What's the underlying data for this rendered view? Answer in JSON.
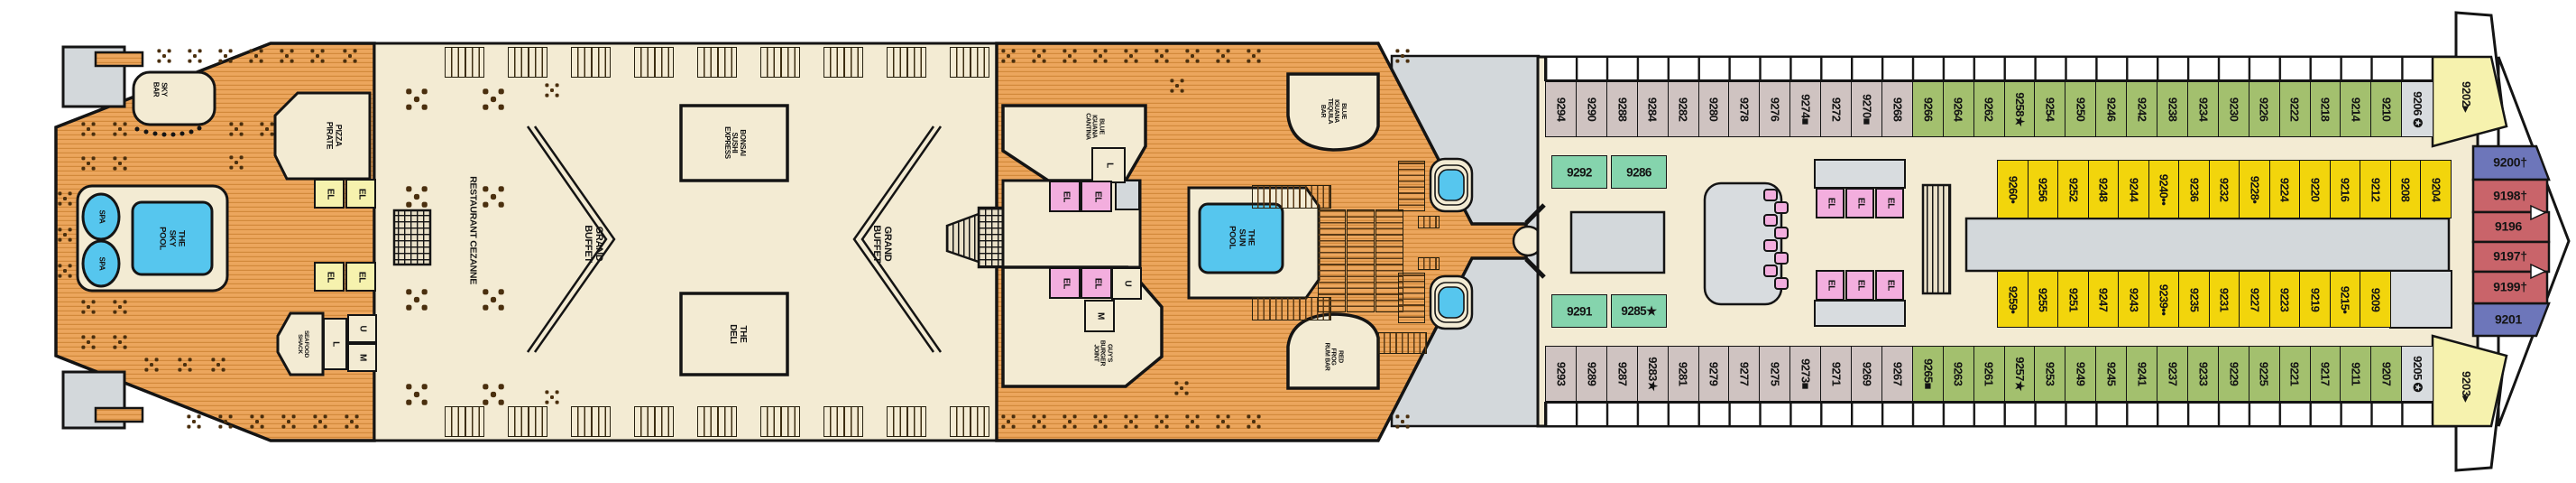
{
  "deck_plan": {
    "venues": {
      "sky_bar": "SKY\nBAR",
      "pizza_pirate": "PIZZA\nPIRATE",
      "spa": "SPA",
      "the_sky_pool": "THE\nSKY\nPOOL",
      "seafood_shack": "SEAFOOD\nSHACK",
      "restaurant_cezanne": "RESTAURANT CEZANNE",
      "grand_buffet": "GRAND\nBUFFET",
      "bonsai_sushi_express": "BONSAI\nSUSHI\nEXPRESS",
      "the_deli": "THE\nDELI",
      "blue_iguana_cantina": "BLUE\nIGUANA\nCANTINA",
      "blue_iguana_tequila_bar": "BLUE\nIGUANA\nTEQUILA\nBAR",
      "guys_burger_joint": "GUY'S\nBURGER\nJOINT",
      "the_sun_pool": "THE\nSUN\nPOOL",
      "red_frog_rum_bar": "RED\nFROG\nRUM BAR"
    },
    "facility_labels": {
      "elevator": "EL",
      "stair_u": "U",
      "stair_l": "L",
      "stair_m": "M"
    },
    "cabin_rows": {
      "top_outer": [
        {
          "n": "9294",
          "c": "mauve"
        },
        {
          "n": "9290",
          "c": "mauve"
        },
        {
          "n": "9288",
          "c": "mauve"
        },
        {
          "n": "9284",
          "c": "mauve"
        },
        {
          "n": "9282",
          "c": "mauve"
        },
        {
          "n": "9280",
          "c": "mauve"
        },
        {
          "n": "9278",
          "c": "mauve"
        },
        {
          "n": "9276",
          "c": "mauve"
        },
        {
          "n": "9274■",
          "c": "mauve"
        },
        {
          "n": "9272",
          "c": "mauve"
        },
        {
          "n": "9270■",
          "c": "mauve"
        },
        {
          "n": "9268",
          "c": "mauve"
        },
        {
          "n": "9266",
          "c": "green"
        },
        {
          "n": "9264",
          "c": "green"
        },
        {
          "n": "9262",
          "c": "green"
        },
        {
          "n": "9258★",
          "c": "green"
        },
        {
          "n": "9254",
          "c": "green"
        },
        {
          "n": "9250",
          "c": "green"
        },
        {
          "n": "9246",
          "c": "green"
        },
        {
          "n": "9242",
          "c": "green"
        },
        {
          "n": "9238",
          "c": "green"
        },
        {
          "n": "9234",
          "c": "green"
        },
        {
          "n": "9230",
          "c": "green"
        },
        {
          "n": "9226",
          "c": "green"
        },
        {
          "n": "9222",
          "c": "green"
        },
        {
          "n": "9218",
          "c": "green"
        },
        {
          "n": "9214",
          "c": "green"
        },
        {
          "n": "9210",
          "c": "green"
        },
        {
          "n": "9206 ✪",
          "c": "gray"
        }
      ],
      "top_inner": [
        {
          "n": "9260•",
          "c": "yellow"
        },
        {
          "n": "9256",
          "c": "yellow"
        },
        {
          "n": "9252",
          "c": "yellow"
        },
        {
          "n": "9248",
          "c": "yellow"
        },
        {
          "n": "9244",
          "c": "yellow"
        },
        {
          "n": "9240••",
          "c": "yellow"
        },
        {
          "n": "9236",
          "c": "yellow"
        },
        {
          "n": "9232",
          "c": "yellow"
        },
        {
          "n": "9228•",
          "c": "yellow"
        },
        {
          "n": "9224",
          "c": "yellow"
        },
        {
          "n": "9220",
          "c": "yellow"
        },
        {
          "n": "9216",
          "c": "yellow"
        },
        {
          "n": "9212",
          "c": "yellow"
        },
        {
          "n": "9208",
          "c": "yellow"
        },
        {
          "n": "9204",
          "c": "yellow"
        }
      ],
      "bottom_inner": [
        {
          "n": "9259•",
          "c": "yellow"
        },
        {
          "n": "9255",
          "c": "yellow"
        },
        {
          "n": "9251",
          "c": "yellow"
        },
        {
          "n": "9247",
          "c": "yellow"
        },
        {
          "n": "9243",
          "c": "yellow"
        },
        {
          "n": "9239••",
          "c": "yellow"
        },
        {
          "n": "9235",
          "c": "yellow"
        },
        {
          "n": "9231",
          "c": "yellow"
        },
        {
          "n": "9227",
          "c": "yellow"
        },
        {
          "n": "9223",
          "c": "yellow"
        },
        {
          "n": "9219",
          "c": "yellow"
        },
        {
          "n": "9215•",
          "c": "yellow"
        },
        {
          "n": "9209",
          "c": "yellow"
        }
      ],
      "bottom_outer": [
        {
          "n": "9293",
          "c": "mauve"
        },
        {
          "n": "9289",
          "c": "mauve"
        },
        {
          "n": "9287",
          "c": "mauve"
        },
        {
          "n": "9283★",
          "c": "mauve"
        },
        {
          "n": "9281",
          "c": "mauve"
        },
        {
          "n": "9279",
          "c": "mauve"
        },
        {
          "n": "9277",
          "c": "mauve"
        },
        {
          "n": "9275",
          "c": "mauve"
        },
        {
          "n": "9273■",
          "c": "mauve"
        },
        {
          "n": "9271",
          "c": "mauve"
        },
        {
          "n": "9269",
          "c": "mauve"
        },
        {
          "n": "9267",
          "c": "mauve"
        },
        {
          "n": "9265■",
          "c": "green"
        },
        {
          "n": "9263",
          "c": "green"
        },
        {
          "n": "9261",
          "c": "green"
        },
        {
          "n": "9257★",
          "c": "green"
        },
        {
          "n": "9253",
          "c": "green"
        },
        {
          "n": "9249",
          "c": "green"
        },
        {
          "n": "9245",
          "c": "green"
        },
        {
          "n": "9241",
          "c": "green"
        },
        {
          "n": "9237",
          "c": "green"
        },
        {
          "n": "9233",
          "c": "green"
        },
        {
          "n": "9229",
          "c": "green"
        },
        {
          "n": "9225",
          "c": "green"
        },
        {
          "n": "9221",
          "c": "green"
        },
        {
          "n": "9217",
          "c": "green"
        },
        {
          "n": "9211",
          "c": "green"
        },
        {
          "n": "9207",
          "c": "green"
        },
        {
          "n": "9205 ✪",
          "c": "gray"
        }
      ],
      "mid_top": [
        {
          "n": "9292",
          "c": "teal"
        },
        {
          "n": "9286",
          "c": "teal"
        }
      ],
      "mid_bottom": [
        {
          "n": "9291",
          "c": "teal"
        },
        {
          "n": "9285★",
          "c": "teal"
        }
      ],
      "forward_wedges": [
        {
          "n": "9202▸",
          "c": "cream"
        },
        {
          "n": "9203▸",
          "c": "cream"
        }
      ],
      "bow": [
        {
          "n": "9200†",
          "c": "blue"
        },
        {
          "n": "9198†",
          "c": "red"
        },
        {
          "n": "9196",
          "c": "red"
        },
        {
          "n": "9197†",
          "c": "red"
        },
        {
          "n": "9199†",
          "c": "red"
        },
        {
          "n": "9201",
          "c": "blue"
        }
      ]
    },
    "colors": {
      "wood_deck": "#eca65d",
      "wood_stripe": "#d2893b",
      "interior_floor": "#f3ebd3",
      "service_gray": "#d3d8db",
      "pool_blue": "#56c6ee",
      "cabin_mauve": "#cfc3c1",
      "cabin_olive_green": "#a3c06e",
      "cabin_teal_green": "#85d4ad",
      "cabin_yellow": "#f2d50c",
      "cabin_gray": "#d8dcdf",
      "cabin_pale_yellow": "#f6f2ae",
      "cabin_red": "#c9646a",
      "cabin_blue": "#6d76ba",
      "elevator_pink": "#f3aede",
      "outline_black": "#141414"
    }
  }
}
